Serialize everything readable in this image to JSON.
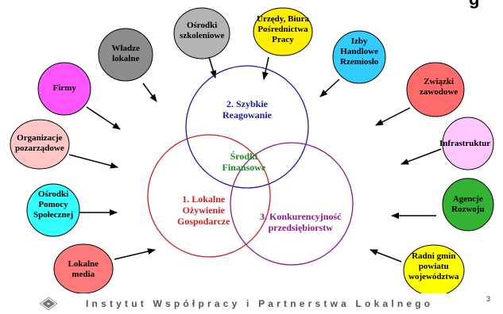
{
  "title_fragment": "g",
  "circles": {
    "top": {
      "label": "2. Szybkie\nReagowanie",
      "color": "#1a1aa0"
    },
    "left": {
      "label": "1. Lokalne\nOżywienie\nGospodarcze",
      "color": "#cc2020"
    },
    "right": {
      "label": "3. Konkurencyjność\nprzedsiębiorstw",
      "color": "#8a1a8a"
    },
    "center": {
      "label": "Środki\nFinansowe",
      "color": "#1a8a1a"
    }
  },
  "actors": [
    {
      "id": "wladze",
      "label": "Władze\nlokalne",
      "fill": "#8c8c8c"
    },
    {
      "id": "osrodki_szkol",
      "label": "Ośrodki\nszkoleniowe",
      "fill": "#b4b4b4"
    },
    {
      "id": "urzedy",
      "label": "Urzędy, Biura\nPośrednictwa\nPracy",
      "fill": "#ffee00"
    },
    {
      "id": "izby",
      "label": "Izby\nHandlowe\nRzemiosło",
      "fill": "#33ccff"
    },
    {
      "id": "zwiazki",
      "label": "Związki\nzawodowe",
      "fill": "#ff6b6b"
    },
    {
      "id": "infra",
      "label": "Infrastruktur",
      "fill": "#ffc6ff"
    },
    {
      "id": "agencje",
      "label": "Agencje\nRozwoju",
      "fill": "#33b233"
    },
    {
      "id": "radni",
      "label": "Radni gmin\npowiatu\nwojewództwa",
      "fill": "#ffff00"
    },
    {
      "id": "media",
      "label": "Lokalne\nmedia",
      "fill": "#ff7a7a"
    },
    {
      "id": "osrodki_pom",
      "label": "Ośrodki\nPomocy\nSpołecznej",
      "fill": "#33ffff"
    },
    {
      "id": "organizacje",
      "label": "Organizacje\npozarządowe",
      "fill": "#ffc6c6"
    },
    {
      "id": "firmy",
      "label": "Firmy",
      "fill": "#ff55ff"
    }
  ],
  "footer": {
    "text": "Instytut Współpracy i Partnerstwa Lokalnego",
    "page": "3"
  }
}
